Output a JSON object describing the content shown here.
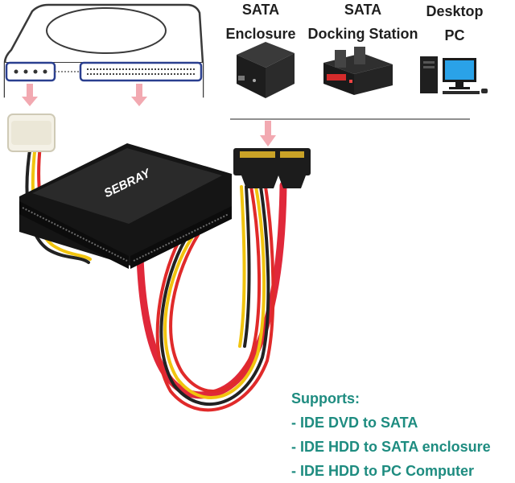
{
  "devices": [
    {
      "line1": "SATA",
      "line2": "Enclosure"
    },
    {
      "line1": "SATA",
      "line2": "Docking Station"
    },
    {
      "line1": "Desktop",
      "line2": "PC"
    }
  ],
  "adapter_brand": "SEBRAY",
  "supports": {
    "title": "Supports:",
    "items": [
      "- IDE DVD to SATA",
      "- IDE HDD to SATA enclosure",
      "- IDE HDD to PC Computer"
    ]
  },
  "colors": {
    "text_dark": "#1f1f1f",
    "supports_text": "#1e8c80",
    "arrow_pink": "#f2a9b1",
    "cable_red": "#e02a2a",
    "cable_yellow": "#f1c40f",
    "cable_black": "#222222",
    "adapter_body": "#2a2a2a"
  }
}
